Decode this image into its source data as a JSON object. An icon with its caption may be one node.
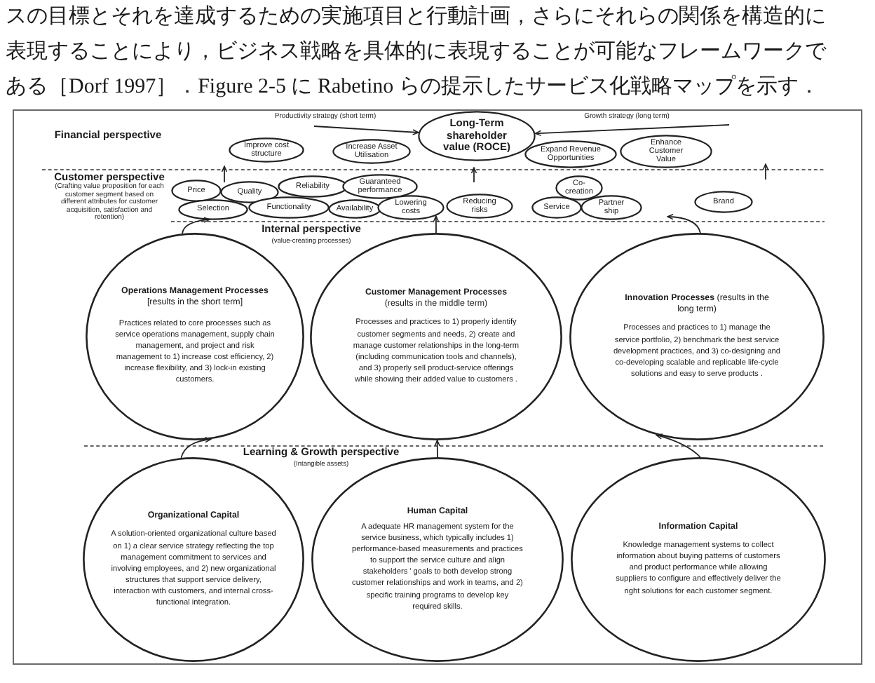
{
  "diagram": {
    "nodes": [
      {
        "text": [
          "Long-Term shareholder value (ROCE)"
        ]
      },
      {
        "text": [
          "Improve cost structure"
        ]
      },
      {
        "text": [
          "Increase Asset Utilisation"
        ]
      },
      {
        "text": [
          "Expand Revenue Opportunities"
        ]
      },
      {
        "text": [
          "Enhance Customer Value"
        ]
      },
      {
        "text": [
          "Price"
        ]
      },
      {
        "text": [
          "Quality"
        ]
      },
      {
        "text": [
          "Reliability"
        ]
      },
      {
        "text": [
          "Guaranteed performance"
        ]
      },
      {
        "text": [
          "Selection"
        ]
      },
      {
        "text": [
          "Functionality"
        ]
      },
      {
        "text": [
          "Availability"
        ]
      },
      {
        "text": [
          "Lowering costs"
        ]
      },
      {
        "text": [
          "Reducing risks"
        ]
      },
      {
        "text": [
          "Co-creation"
        ]
      },
      {
        "text": [
          "Service"
        ]
      },
      {
        "text": [
          "Partner ship"
        ]
      },
      {
        "text": [
          "Brand"
        ]
      },
      {
        "text": [
          "**Operations Management Processes** [results in the short term]",
          "Practices related to core processes such as service operations management, supply chain management, and project and risk management to 1) increase cost efficiency, 2) increase flexibility, and 3) lock-in existing customers."
        ]
      },
      {
        "text": [
          "**Customer Management Processes** (results in the middle term)",
          "Processes and practices to 1) properly identify customer segments and needs, 2) create and manage customer relationships in the long-term (including communication tools and channels), and 3) properly sell product-service offerings while showing their added value to customers ."
        ]
      },
      {
        "text": [
          "**Innovation Processes** (results in the long term)",
          "Processes and practices to 1) manage the service portfolio, 2) benchmark the best service development practices, and 3) co-designing and co-developing scalable and replicable life-cycle solutions and easy to serve products ."
        ]
      },
      {
        "text": [
          "Organizational Capital",
          "A solution-oriented organizational culture based on 1) a clear service strategy reflecting the top management commitment to services and involving employees, and 2) new organizational structures that support service delivery, interaction with customers, and internal cross-functional integration."
        ]
      },
      {
        "text": [
          "Human Capital",
          "A adequate HR management system for the service business, which typically includes 1) performance-based measurements and practices to support the service culture and align stakeholders ' goals to both develop strong customer relationships and work in teams, and 2) specific training programs to develop key required skills."
        ]
      },
      {
        "text": [
          "Information Capital",
          "Knowledge management systems to collect information about buying patterns of customers and product performance while allowing suppliers to configure and effectively deliver the right solutions for each customer segment."
        ]
      }
    ],
    "edges": [
      {
        "from": null,
        "to": 0,
        "arrow": "to",
        "label": "Productivity strategy (short term)"
      },
      {
        "from": null,
        "to": 0,
        "arrow": "to",
        "label": "Growth strategy (long term)"
      },
      {
        "from": 18,
        "to": 9,
        "arrow": "to"
      },
      {
        "from": 19,
        "to": 12,
        "arrow": "to"
      },
      {
        "from": 20,
        "to": null,
        "arrow": "to"
      },
      {
        "from": 21,
        "to": 18,
        "arrow": "to"
      },
      {
        "from": 22,
        "to": 19,
        "arrow": "to"
      },
      {
        "from": 23,
        "to": 20,
        "arrow": "to"
      }
    ],
    "labels": [
      "スの目標とそれを達成するための実施項目と行動計画，さらにそれらの関係を構造的に表現することにより，ビジネス戦略を具体的に表現することが可能なフレームワークである［Dorf 1997］．Figure 2-5 に Rabetino らの提示したサービス化戦略マップを示す．",
      "Financial perspective",
      "Customer perspective",
      "(Crafting value proposition for each customer segment based on different attributes for customer acquisition, satisfaction and retention)",
      "Internal perspective",
      "(value-creating processes)",
      "Learning & Growth perspective",
      "(Intangible assets)"
    ]
  }
}
